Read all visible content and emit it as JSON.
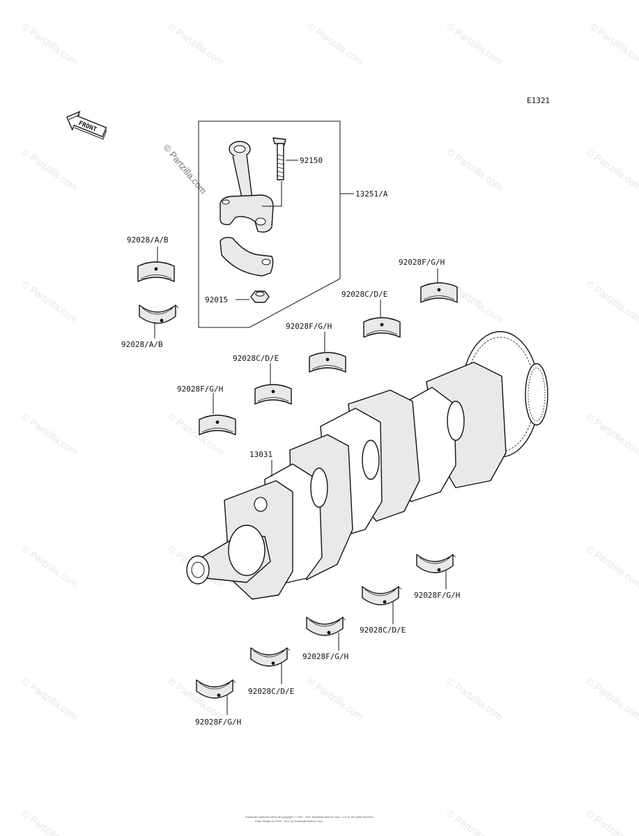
{
  "diagram_code": "E1321",
  "front_label": "FRONT",
  "watermark": "© Partzilla.com",
  "parts": {
    "bolt": "92150",
    "conrod_assembly": "13251/A",
    "conrod_bearing_top": "92028/A/B",
    "conrod_bearing_bottom": "92028/A/B",
    "nut": "92015",
    "crankshaft": "13031",
    "upper_1": "92028F/G/H",
    "upper_2": "92028C/D/E",
    "upper_3": "92028F/G/H",
    "upper_4": "92028C/D/E",
    "upper_5": "92028F/G/H",
    "lower_1": "92028F/G/H",
    "lower_2": "92028C/D/E",
    "lower_3": "92028F/G/H",
    "lower_4": "92028C/D/E",
    "lower_5": "92028F/G/H"
  },
  "footer": {
    "line1": "Kawasaki materials within all copyright © 1995 - 2011 Kawasaki Motors Corp., U.S.A. All rights reserved.",
    "line2": "Page design (c) 2002 - 2011 by Kawasaki Motors Corp."
  }
}
